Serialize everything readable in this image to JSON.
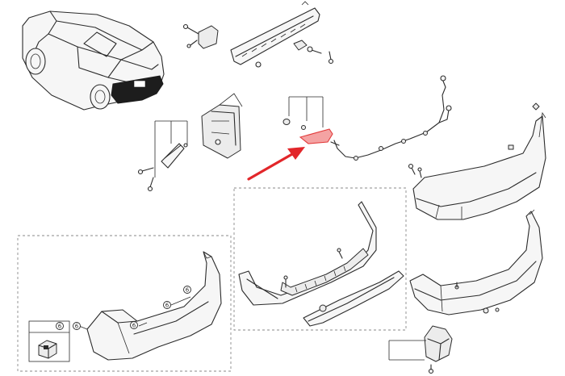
{
  "callout_label": "6",
  "colors": {
    "line": "#2b2b2b",
    "highlight_fill": "#f4a3a3",
    "highlight_stroke": "#e23b3b",
    "arrow": "#e2262a",
    "dashed_frame": "#8a8a8a"
  },
  "highlighted_part": "reflector",
  "icons": [
    "vehicle-rear-view",
    "arrow-pointer"
  ]
}
